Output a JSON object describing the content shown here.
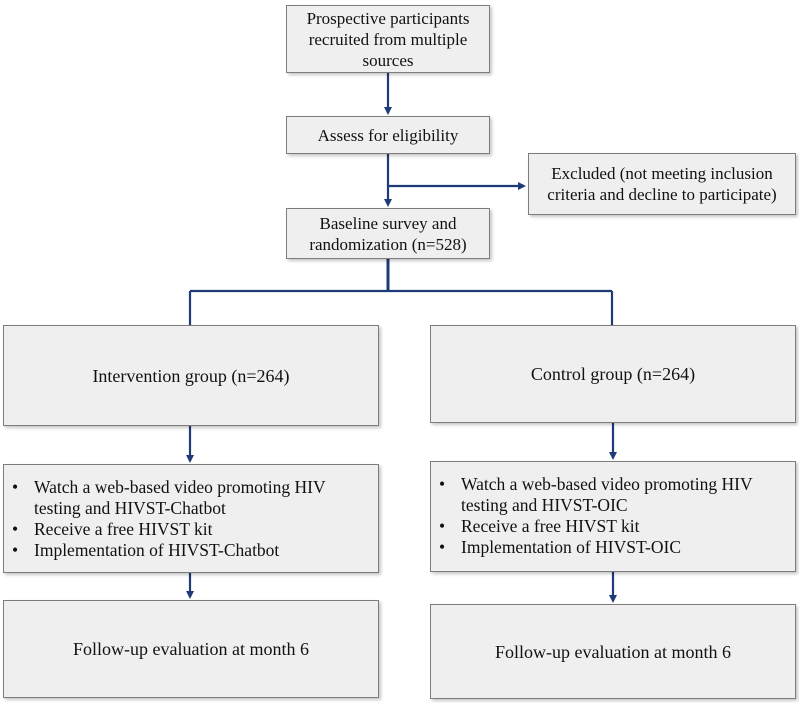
{
  "nodes": {
    "recruit": "Prospective participants recruited from multiple sources",
    "eligibility": "Assess for eligibility",
    "excluded": "Excluded (not meeting inclusion criteria and decline to participate)",
    "baseline": "Baseline survey and randomization (n=528)",
    "intervention": "Intervention group (n=264)",
    "control": "Control group (n=264)",
    "intervention_steps": [
      "Watch a web-based video promoting HIV testing and HIVST-Chatbot",
      "Receive a free HIVST kit",
      "Implementation of HIVST-Chatbot"
    ],
    "control_steps": [
      "Watch a web-based video promoting HIV testing and HIVST-OIC",
      "Receive a free HIVST kit",
      "Implementation of HIVST-OIC"
    ],
    "intervention_followup": "Follow-up evaluation at month 6",
    "control_followup": "Follow-up evaluation at month 6"
  },
  "colors": {
    "connector": "#1f3a78",
    "box_fill": "#efefef",
    "box_border": "#7d7d7d"
  }
}
